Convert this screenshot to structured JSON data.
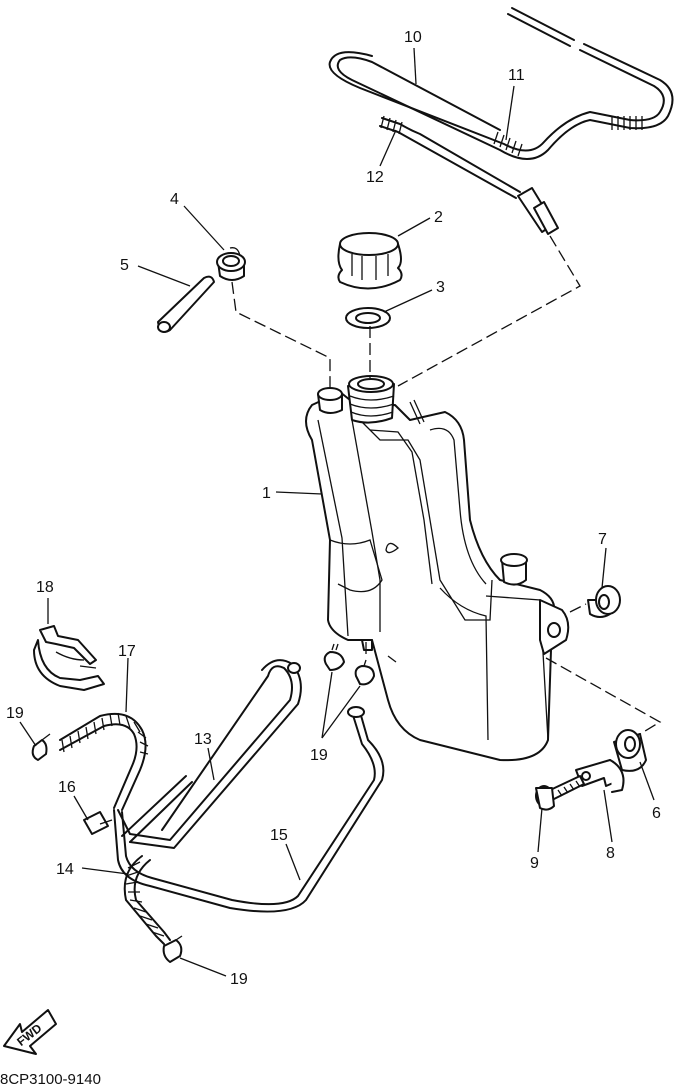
{
  "diagram": {
    "drawing_code": "8CP3100-9140",
    "fwd_label": "FWD",
    "callouts": [
      {
        "id": "c1",
        "number": "1"
      },
      {
        "id": "c2",
        "number": "2"
      },
      {
        "id": "c3",
        "number": "3"
      },
      {
        "id": "c4",
        "number": "4"
      },
      {
        "id": "c5",
        "number": "5"
      },
      {
        "id": "c6",
        "number": "6"
      },
      {
        "id": "c7",
        "number": "7"
      },
      {
        "id": "c8",
        "number": "8"
      },
      {
        "id": "c9",
        "number": "9"
      },
      {
        "id": "c10",
        "number": "10"
      },
      {
        "id": "c11",
        "number": "11"
      },
      {
        "id": "c12",
        "number": "12"
      },
      {
        "id": "c13",
        "number": "13"
      },
      {
        "id": "c14",
        "number": "14"
      },
      {
        "id": "c15",
        "number": "15"
      },
      {
        "id": "c16",
        "number": "16"
      },
      {
        "id": "c17",
        "number": "17"
      },
      {
        "id": "c18",
        "number": "18"
      },
      {
        "id": "c19a",
        "number": "19"
      },
      {
        "id": "c19b",
        "number": "19"
      },
      {
        "id": "c19c",
        "number": "19"
      }
    ]
  }
}
